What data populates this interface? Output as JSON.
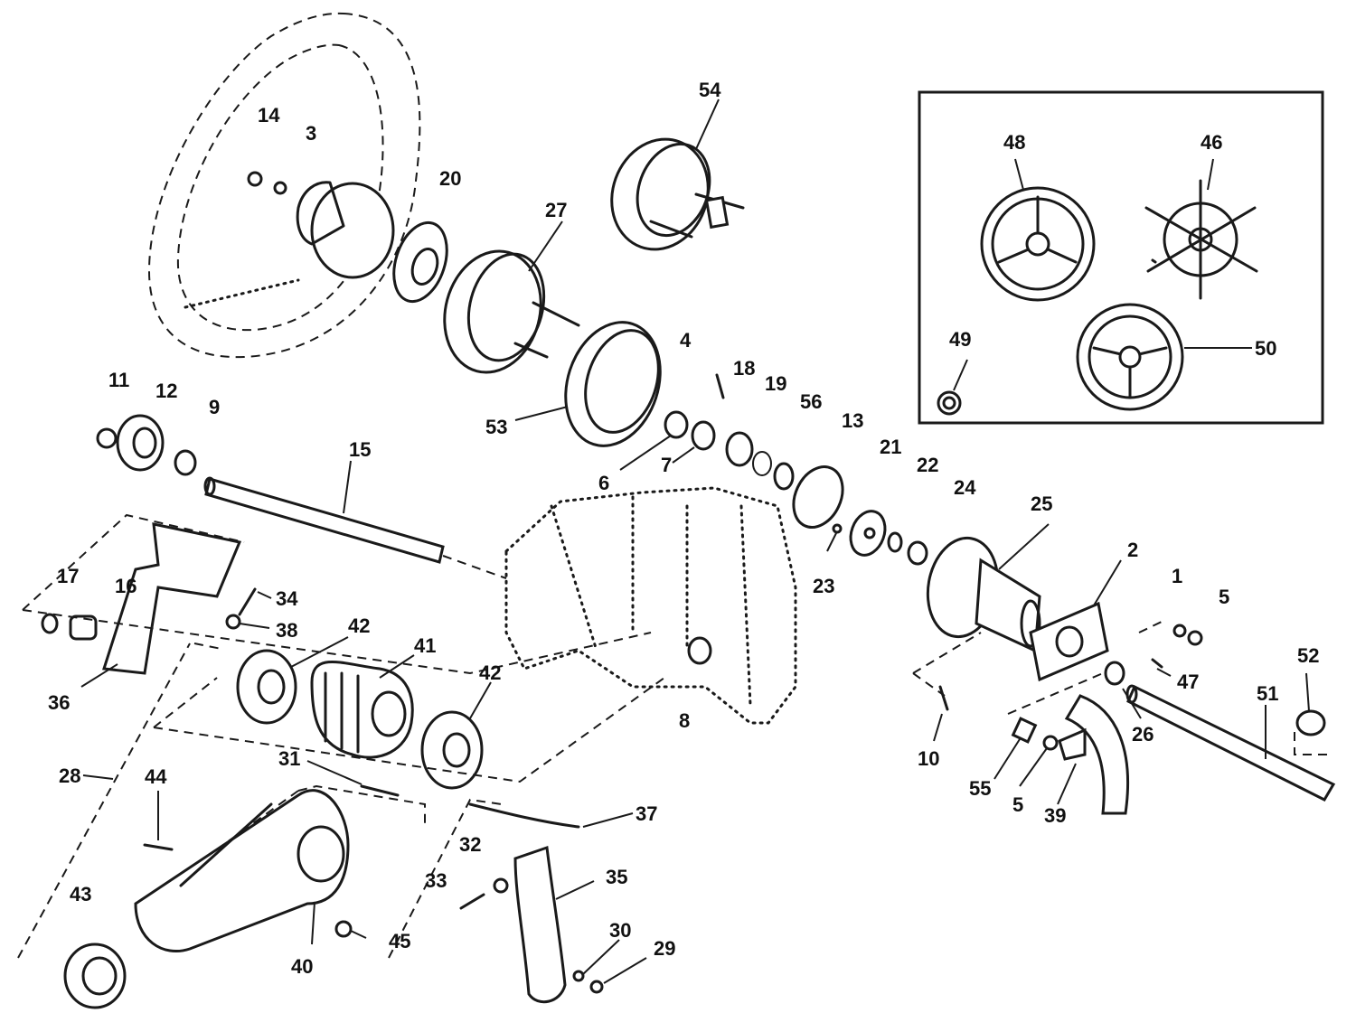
{
  "callouts": {
    "c1": "1",
    "c2": "2",
    "c3": "3",
    "c4": "4",
    "c5a": "5",
    "c5b": "5",
    "c6": "6",
    "c7": "7",
    "c8": "8",
    "c9": "9",
    "c10": "10",
    "c11": "11",
    "c12": "12",
    "c13": "13",
    "c14": "14",
    "c15": "15",
    "c16": "16",
    "c17": "17",
    "c18": "18",
    "c19": "19",
    "c20": "20",
    "c21": "21",
    "c22": "22",
    "c23": "23",
    "c24": "24",
    "c25": "25",
    "c26": "26",
    "c27": "27",
    "c28": "28",
    "c29": "29",
    "c30": "30",
    "c31": "31",
    "c32": "32",
    "c33": "33",
    "c34": "34",
    "c35": "35",
    "c36": "36",
    "c37": "37",
    "c38": "38",
    "c39": "39",
    "c40": "40",
    "c41": "41",
    "c42a": "42",
    "c42b": "42",
    "c43": "43",
    "c44": "44",
    "c45": "45",
    "c46": "46",
    "c47": "47",
    "c48": "48",
    "c49": "49",
    "c50": "50",
    "c51": "51",
    "c52": "52",
    "c53": "53",
    "c54": "54",
    "c55": "55",
    "c56": "56"
  }
}
